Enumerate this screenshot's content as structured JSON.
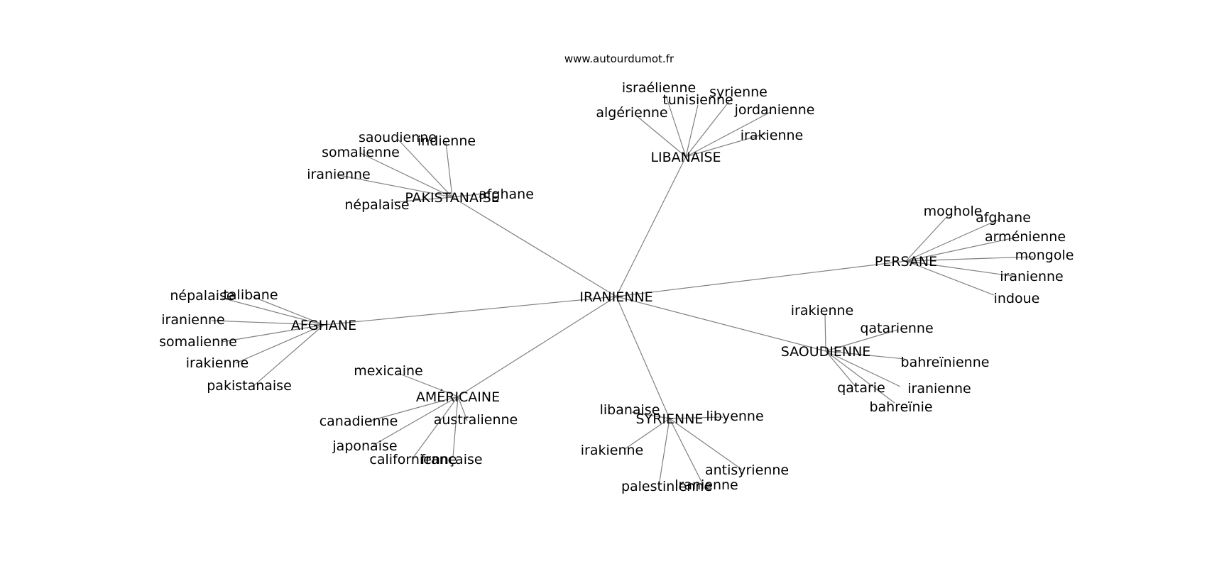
{
  "site": "www.autourdumot.fr",
  "center": "IRANIENNE",
  "hubs": [
    {
      "label": "LIBANAISE",
      "children": [
        "israélienne",
        "tunisienne",
        "syrienne",
        "algérienne",
        "jordanienne",
        "irakienne"
      ]
    },
    {
      "label": "PAKISTANAISE",
      "children": [
        "saoudienne",
        "indienne",
        "somalienne",
        "iranienne",
        "afghane",
        "népalaise"
      ]
    },
    {
      "label": "PERSANE",
      "children": [
        "moghole",
        "afghane",
        "arménienne",
        "mongole",
        "iranienne",
        "indoue"
      ]
    },
    {
      "label": "AFGHANE",
      "children": [
        "népalaise",
        "talibane",
        "iranienne",
        "somalienne",
        "irakienne",
        "pakistanaise"
      ]
    },
    {
      "label": "SAOUDIENNE",
      "children": [
        "irakienne",
        "qatarienne",
        "bahreïnienne",
        "qatarie",
        "iranienne",
        "bahreïnie"
      ]
    },
    {
      "label": "AMÉRICAINE",
      "children": [
        "mexicaine",
        "canadienne",
        "australienne",
        "japonaise",
        "californienne",
        "française"
      ]
    },
    {
      "label": "SYRIENNE",
      "children": [
        "libanaise",
        "libyenne",
        "irakienne",
        "antisyrienne",
        "palestinienne",
        "iranienne"
      ]
    }
  ]
}
